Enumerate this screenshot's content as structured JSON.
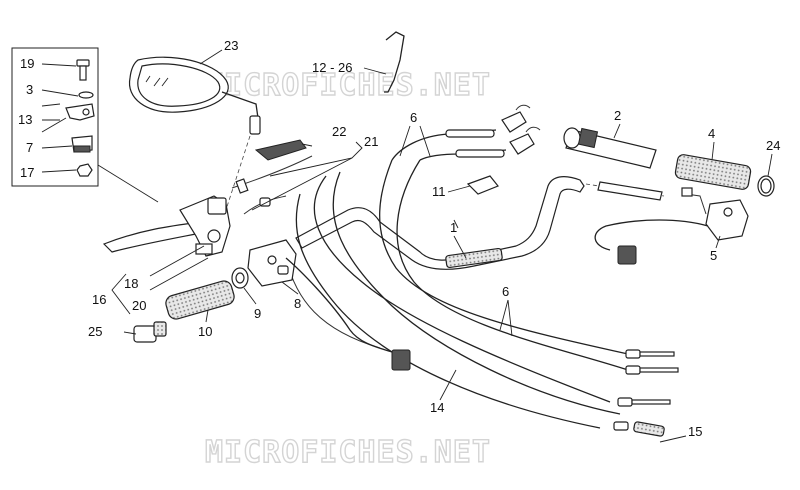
{
  "watermark": "MICROFICHES.NET",
  "callouts": {
    "c1": "1",
    "c2": "2",
    "c3": "3",
    "c4": "4",
    "c5": "5",
    "c6a": "6",
    "c6b": "6",
    "c7": "7",
    "c8": "8",
    "c9": "9",
    "c10": "10",
    "c11": "11",
    "c12_26": "12 - 26",
    "c13": "13",
    "c14": "14",
    "c15": "15",
    "c16": "16",
    "c17": "17",
    "c18": "18",
    "c19": "19",
    "c20": "20",
    "c21": "21",
    "c22": "22",
    "c23": "23",
    "c24": "24",
    "c25": "25"
  }
}
